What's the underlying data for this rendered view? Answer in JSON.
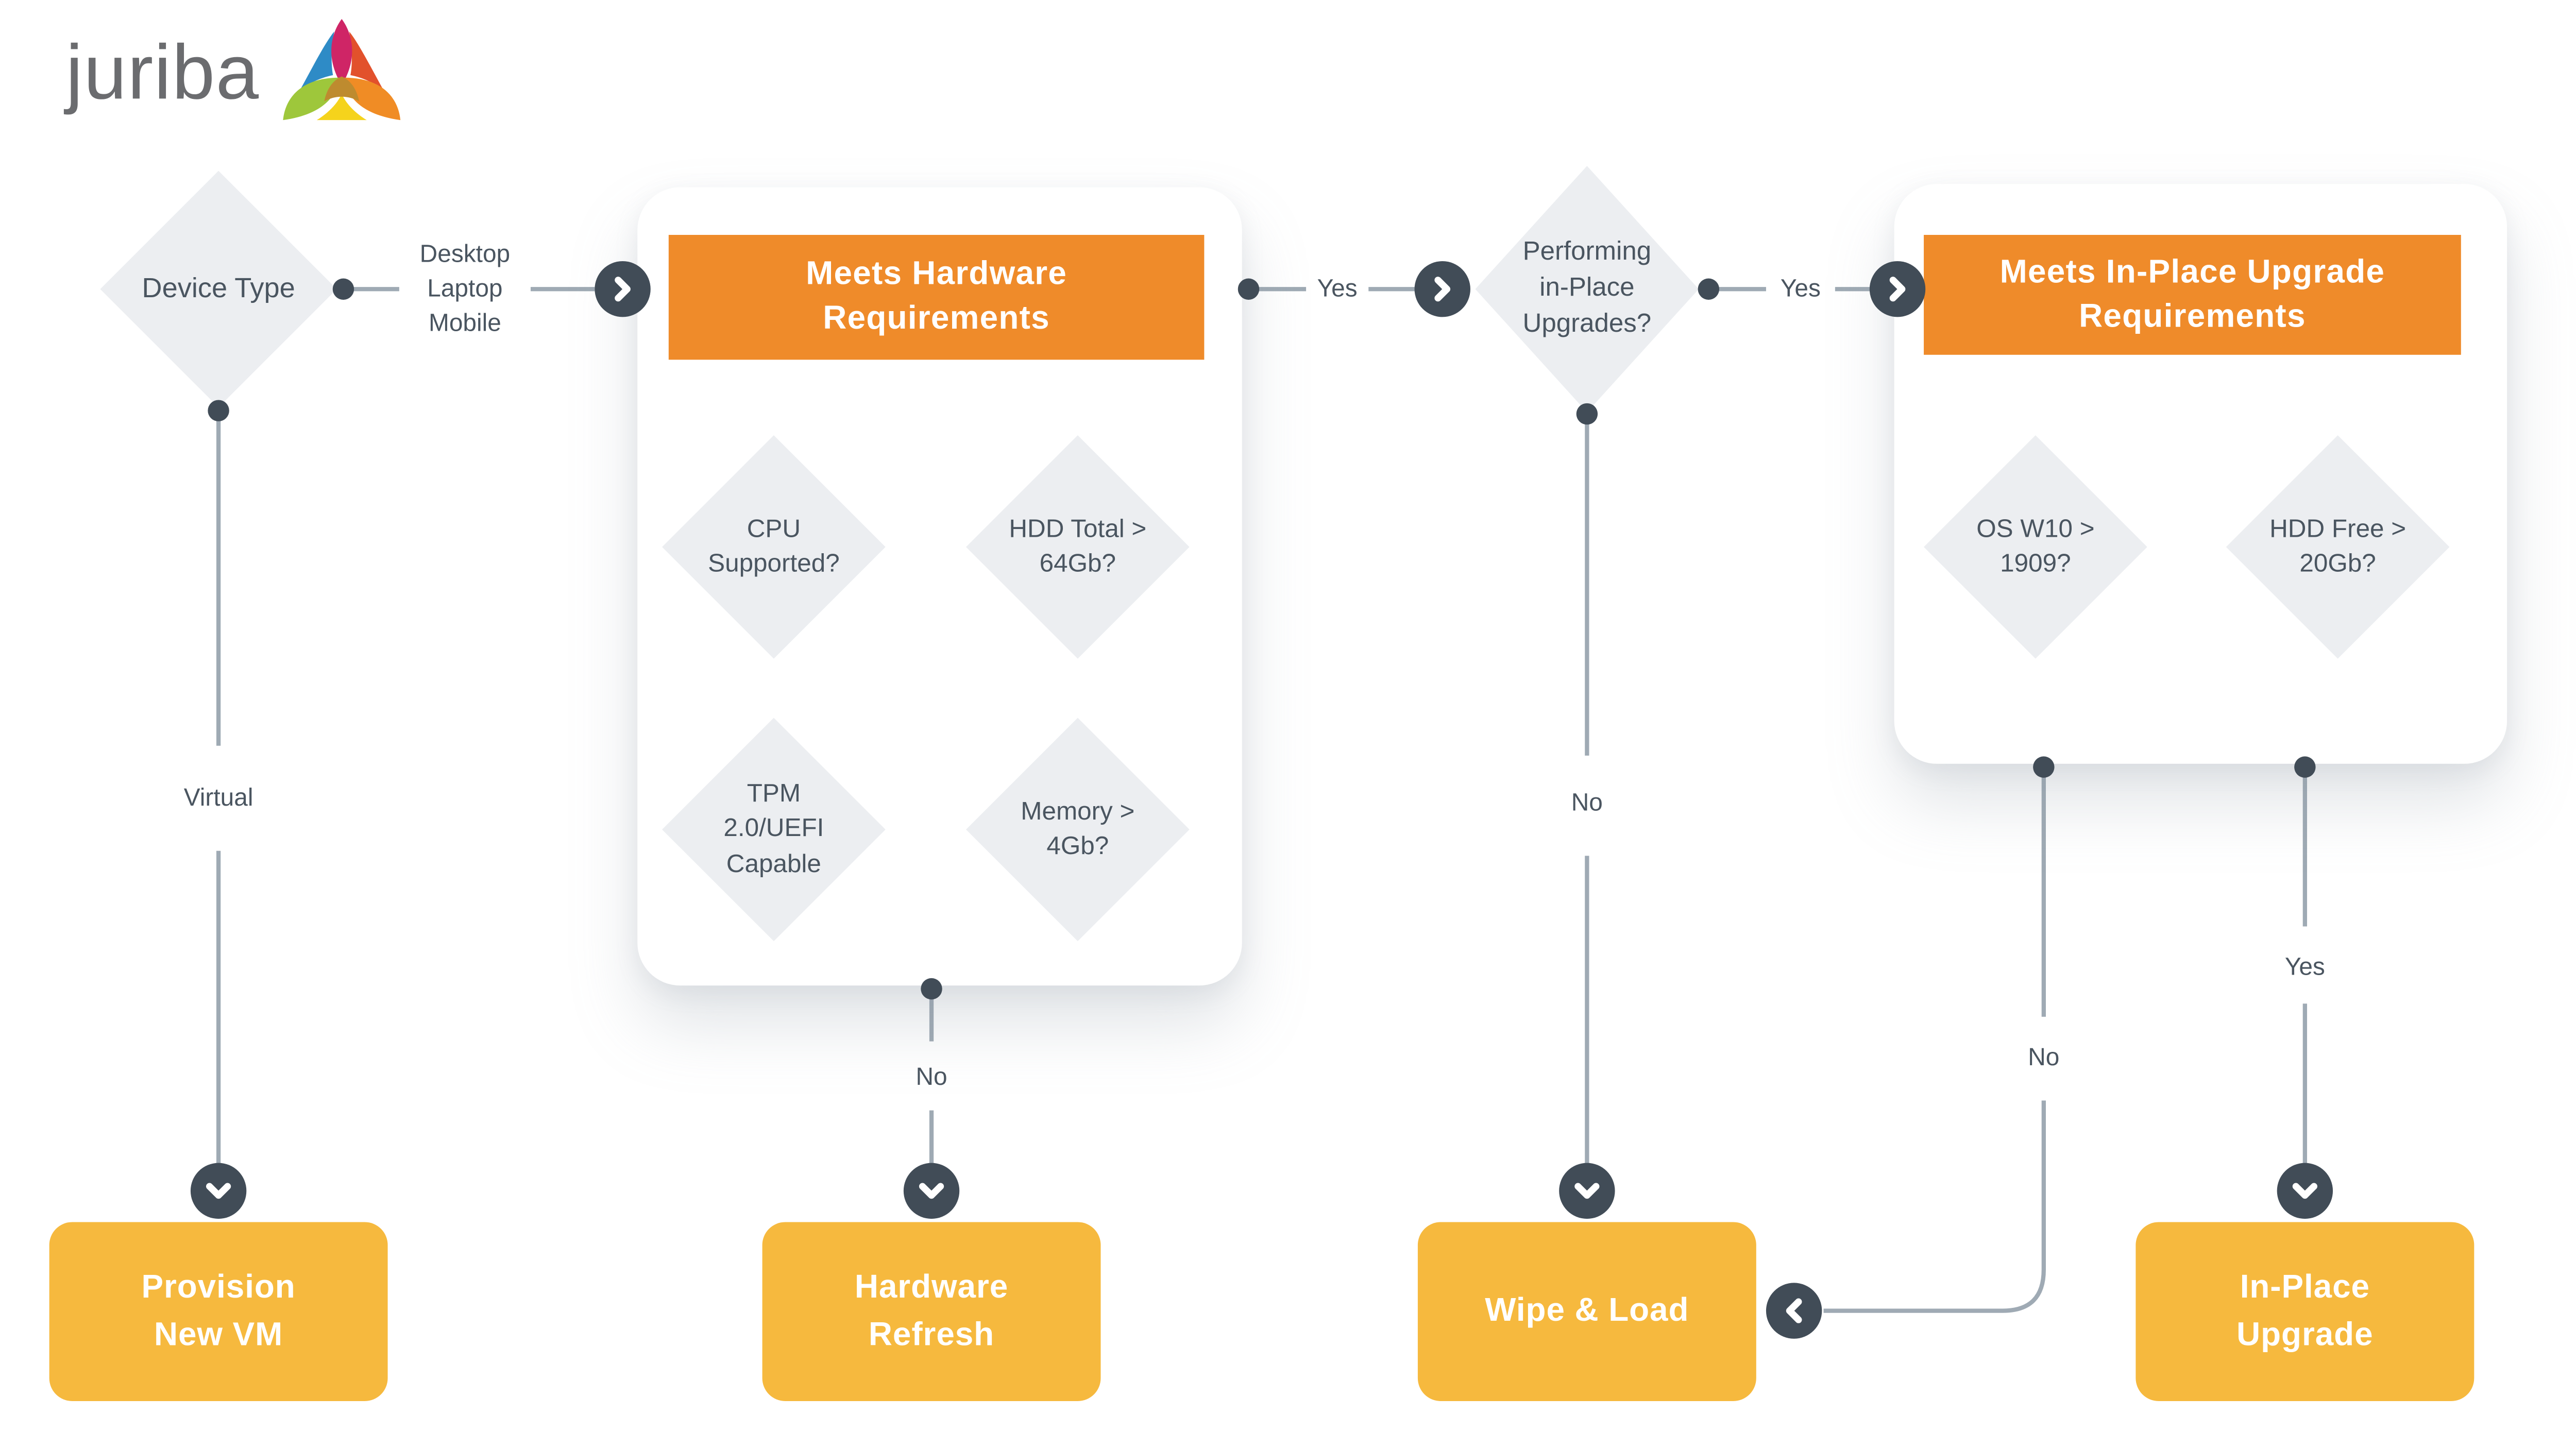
{
  "logo": {
    "brand": "juriba"
  },
  "palette": {
    "orange": "#EF8B2A",
    "yellow": "#F6B93E",
    "slate": "#414C57",
    "line": "#9FAAB4",
    "diamond_fill": "#ECEEF1",
    "text": "#4A5560",
    "logo_gray": "#6B6C6F"
  },
  "nodes": {
    "device_type": {
      "label": "Device Type"
    },
    "performing": {
      "lines": [
        "Performing",
        "in-Place",
        "Upgrades?"
      ]
    },
    "hw_card": {
      "title": [
        "Meets Hardware",
        "Requirements"
      ],
      "checks": {
        "cpu": [
          "CPU",
          "Supported?"
        ],
        "hdd_total": [
          "HDD Total >",
          "64Gb?"
        ],
        "tpm": [
          "TPM",
          "2.0/UEFI",
          "Capable"
        ],
        "memory": [
          "Memory >",
          "4Gb?"
        ]
      }
    },
    "ipu_card": {
      "title": [
        "Meets In-Place Upgrade",
        "Requirements"
      ],
      "checks": {
        "os": [
          "OS W10 >",
          "1909?"
        ],
        "hdd_free": [
          "HDD Free >",
          "20Gb?"
        ]
      }
    }
  },
  "edges": {
    "device_types": [
      "Desktop",
      "Laptop",
      "Mobile"
    ],
    "yes": "Yes",
    "no": "No",
    "virtual": "Virtual"
  },
  "terminals": {
    "provision_vm": [
      "Provision",
      "New VM"
    ],
    "hardware_refresh": [
      "Hardware",
      "Refresh"
    ],
    "wipe_load": [
      "Wipe & Load"
    ],
    "inplace_upgrade": [
      "In-Place",
      "Upgrade"
    ]
  }
}
